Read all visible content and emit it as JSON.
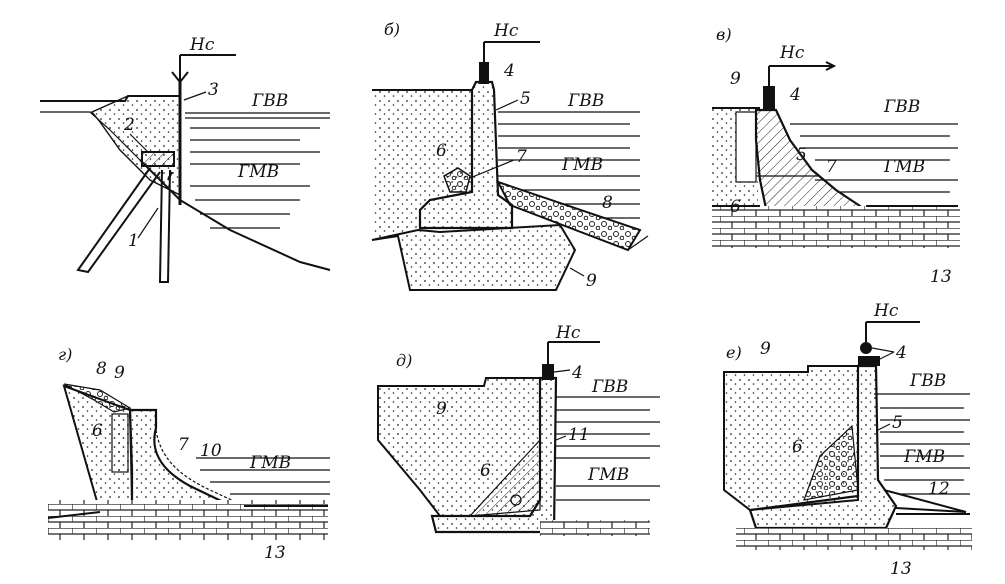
{
  "panels": {
    "a": {
      "letter": "",
      "labels": {
        "hc": "Нс",
        "gvv": "ГВВ",
        "gmv": "ГМВ",
        "n3": "3",
        "n2": "2",
        "n1": "1"
      }
    },
    "b": {
      "letter": "б)",
      "labels": {
        "hc": "Нс",
        "gvv": "ГВВ",
        "gmv": "ГМВ",
        "n4": "4",
        "n5": "5",
        "n6": "6",
        "n7": "7",
        "n8": "8",
        "n9": "9"
      }
    },
    "v": {
      "letter": "в)",
      "labels": {
        "hc": "Нс",
        "gvv": "ГВВ",
        "gmv": "ГМВ",
        "n4": "4",
        "n5": "5",
        "n6": "6",
        "n7": "7",
        "n9": "9",
        "n13": "13"
      }
    },
    "g": {
      "letter": "г)",
      "labels": {
        "gmv": "ГМВ",
        "n6": "6",
        "n7": "7",
        "n8": "8",
        "n9": "9",
        "n10": "10",
        "n13": "13"
      }
    },
    "d": {
      "letter": "д)",
      "labels": {
        "hc": "Нс",
        "gvv": "ГВВ",
        "gmv": "ГМВ",
        "n4": "4",
        "n6": "6",
        "n9": "9",
        "n11": "11"
      }
    },
    "e": {
      "letter": "е)",
      "labels": {
        "hc": "Нс",
        "gvv": "ГВВ",
        "gmv": "ГМВ",
        "n4": "4",
        "n5": "5",
        "n6": "6",
        "n9": "9",
        "n12": "12",
        "n13": "13"
      }
    }
  }
}
